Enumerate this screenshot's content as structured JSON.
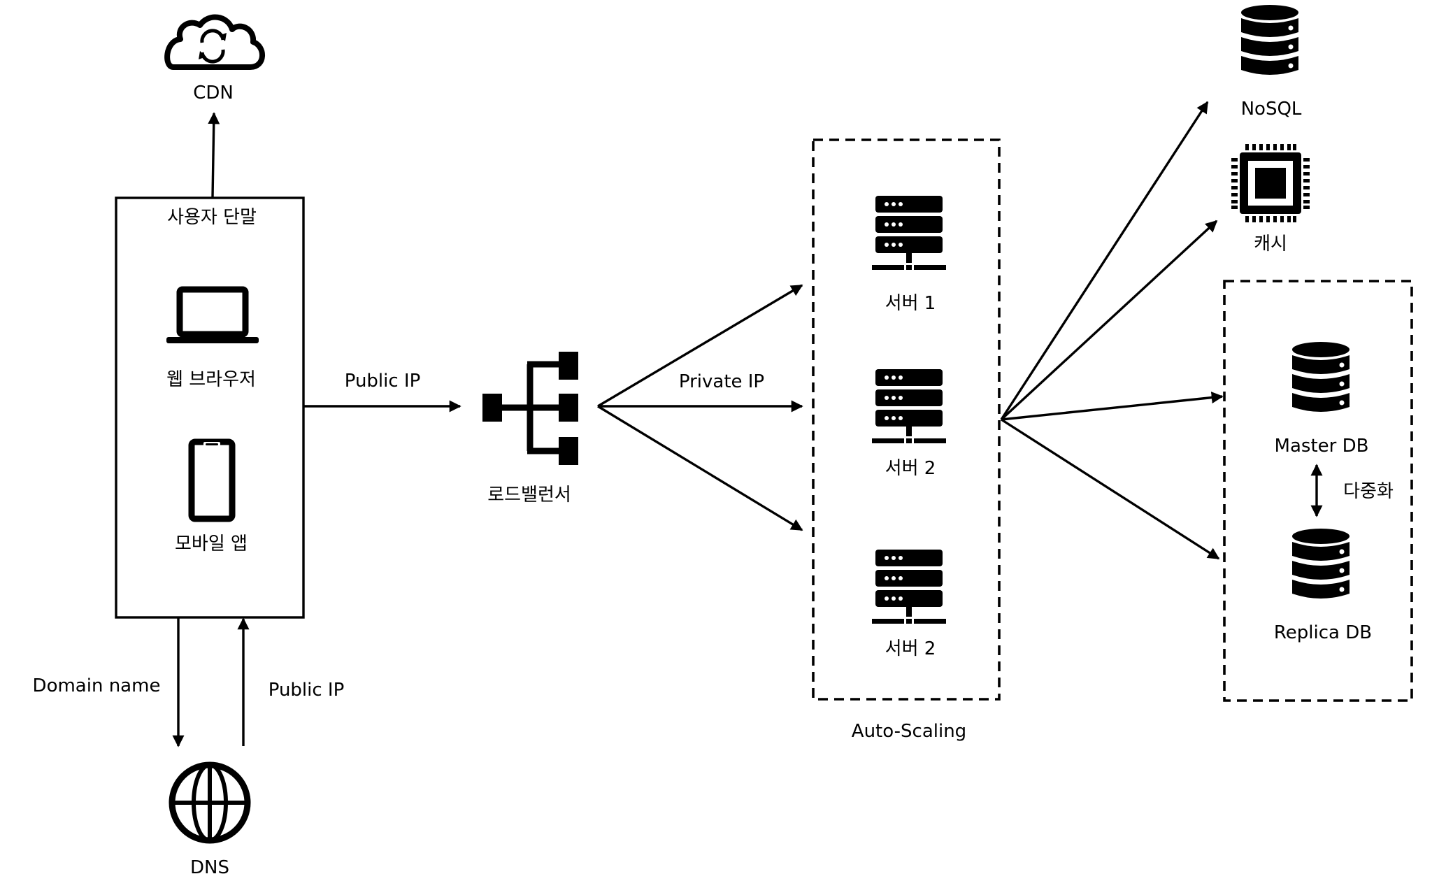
{
  "nodes": {
    "cdn": "CDN",
    "user_device": "사용자 단말",
    "web_browser": "웹 브라우저",
    "mobile_app": "모바일 앱",
    "dns": "DNS",
    "load_balancer": "로드밸런서",
    "server_1": "서버 1",
    "server_2": "서버 2",
    "server_3": "서버 2",
    "nosql": "NoSQL",
    "cache": "캐시",
    "master_db": "Master DB",
    "replica_db": "Replica DB"
  },
  "groups": {
    "auto_scaling": "Auto-Scaling"
  },
  "edges": {
    "domain_name": "Domain name",
    "public_ip_dns": "Public IP",
    "public_ip_lb": "Public IP",
    "private_ip": "Private IP",
    "replication": "다중화"
  }
}
